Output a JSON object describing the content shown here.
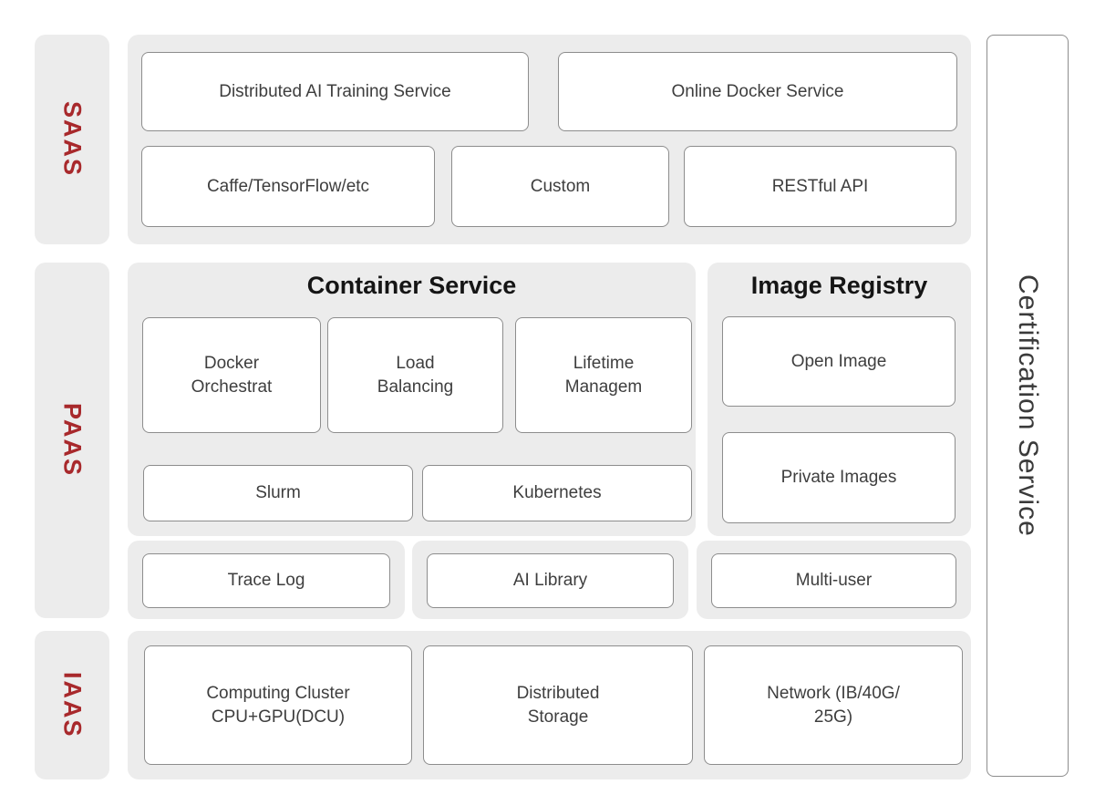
{
  "colors": {
    "accent_red": "#a8292c",
    "panel_bg": "#ececec",
    "box_border": "#8d8d8d",
    "box_text": "#3e3e3e",
    "heading_text": "#151515"
  },
  "layers": {
    "saas": {
      "label": "SAAS"
    },
    "paas": {
      "label": "PAAS"
    },
    "iaas": {
      "label": "IAAS"
    }
  },
  "right_panel": {
    "label": "Certification Service"
  },
  "saas": {
    "row1": [
      {
        "label": "Distributed AI Training Service"
      },
      {
        "label": "Online Docker Service"
      }
    ],
    "row2": [
      {
        "label": "Caffe/TensorFlow/etc"
      },
      {
        "label": "Custom"
      },
      {
        "label": "RESTful API"
      }
    ]
  },
  "paas": {
    "container_service": {
      "title": "Container Service",
      "boxes": [
        {
          "label": "Docker\nOrchestrat"
        },
        {
          "label": "Load\nBalancing"
        },
        {
          "label": "Lifetime\nManagem"
        }
      ],
      "row2": [
        {
          "label": "Slurm"
        },
        {
          "label": "Kubernetes"
        }
      ]
    },
    "image_registry": {
      "title": "Image Registry",
      "boxes": [
        {
          "label": "Open Image"
        },
        {
          "label": "Private Images"
        }
      ]
    },
    "tools": [
      {
        "label": "Trace Log"
      },
      {
        "label": "AI Library"
      },
      {
        "label": "Multi-user"
      }
    ]
  },
  "iaas": {
    "boxes": [
      {
        "label": "Computing Cluster\nCPU+GPU(DCU)"
      },
      {
        "label": "Distributed\nStorage"
      },
      {
        "label": "Network (IB/40G/\n25G)"
      }
    ]
  }
}
